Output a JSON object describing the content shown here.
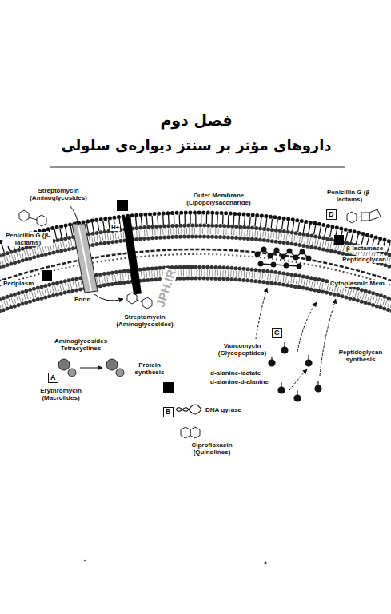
{
  "diagram": {
    "title": "فصل دوم",
    "nodes": [
      {
        "text": [
          "D"
        ]
      },
      {
        "text": [
          "C"
        ]
      },
      {
        "text": [
          "A"
        ]
      },
      {
        "text": [
          "B"
        ]
      }
    ],
    "labels": [
      "داروهای مؤثر بر سنتز دیواره‌ی سلولی",
      "Streptomycin (Aminoglycosides)",
      "Outer Membrane (Lipopolysaccharide)",
      "Penicillin G (β-lactams)",
      "H+",
      "Penicillin G (β-lactams)",
      "β-lactamase",
      "Peptidoglycan",
      "Periplasm",
      "Cytoplasmic Mem.",
      "Porin",
      "Streptomycin (Aminoglycosides)",
      "JPH.IR",
      "Vancomycin (Glycopeptides)",
      "Aminoglycosides Tetracyclines",
      "Peptidoglycan synthesis",
      "d-alanine-lactate",
      "d-alanine-d-alanine",
      "Erythromycin (Macrolides)",
      "Protein synthesis",
      "DNA gyrase",
      "Ciprofloxacin (Quinolines)"
    ]
  }
}
